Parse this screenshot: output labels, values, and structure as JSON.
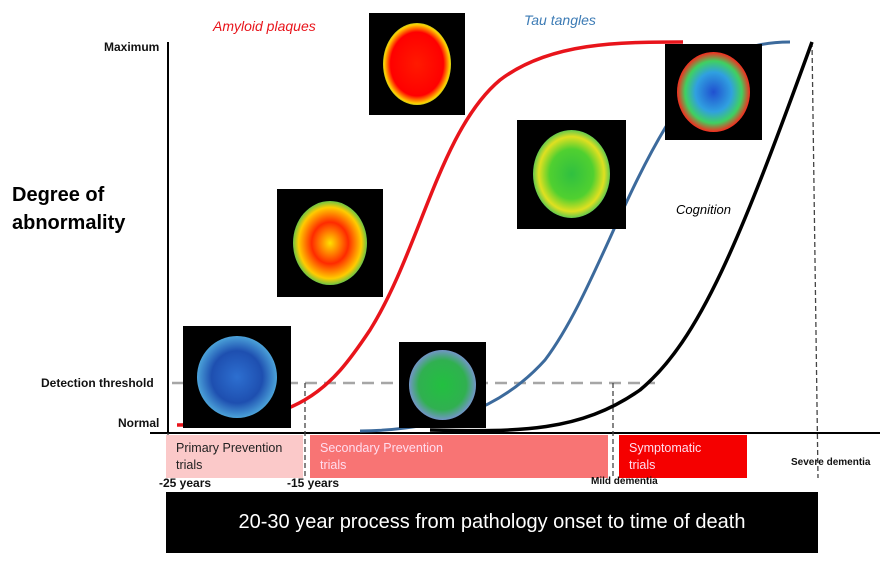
{
  "y_axis": {
    "title_line1": "Degree of",
    "title_line2": "abnormality",
    "maximum": "Maximum",
    "detection_threshold": "Detection threshold",
    "normal": "Normal"
  },
  "curves": {
    "amyloid": {
      "label": "Amyloid plaques",
      "color": "#e8141b"
    },
    "tau": {
      "label": "Tau tangles",
      "color": "#3c6a9c"
    },
    "cognition": {
      "label": "Cognition",
      "color": "#000000"
    }
  },
  "trials": [
    {
      "line1": "Primary Prevention",
      "line2": "trials",
      "color": "#fbc9c9"
    },
    {
      "line1": "Secondary Prevention",
      "line2": "trials",
      "color": "#f87474"
    },
    {
      "line1": "Symptomatic",
      "line2": "trials",
      "color": "#f50000"
    }
  ],
  "x_markers": {
    "minus25": "-25 years",
    "minus15": "-15 years",
    "mild": "Mild dementia",
    "severe": "Severe dementia"
  },
  "banner": "20-30 year process from pathology onset to time of death"
}
